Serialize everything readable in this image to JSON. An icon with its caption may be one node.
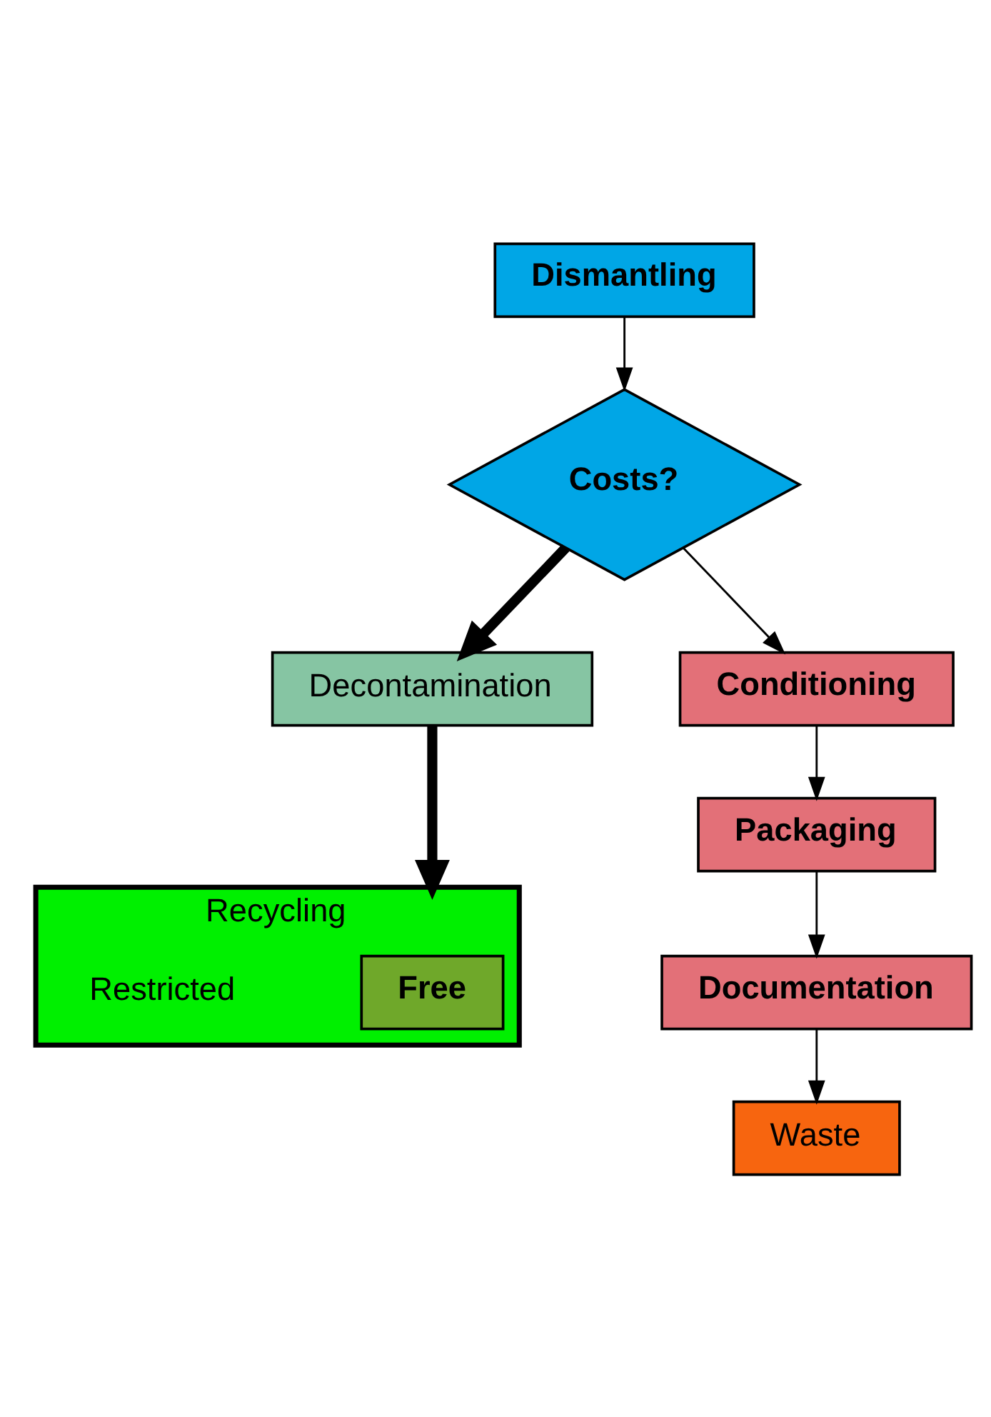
{
  "diagram": {
    "nodes": [
      {
        "text": [
          "Dismantling"
        ]
      },
      {
        "text": [
          "Costs?"
        ]
      },
      {
        "text": [
          "Decontamination"
        ]
      },
      {
        "text": [
          "Conditioning"
        ]
      },
      {
        "text": [
          "Packaging"
        ]
      },
      {
        "text": [
          "Documentation"
        ]
      },
      {
        "text": [
          "Waste"
        ]
      },
      {
        "text": [
          "Recycling"
        ]
      },
      {
        "text": [
          "Free"
        ],
        "in": 7
      },
      {
        "text": [
          "Restricted"
        ],
        "in": 7
      }
    ],
    "edges": [
      {
        "from": 0,
        "to": 1,
        "arrow": "to"
      },
      {
        "from": 1,
        "to": 2,
        "arrow": "to",
        "style": "thick"
      },
      {
        "from": 1,
        "to": 3,
        "arrow": "to"
      },
      {
        "from": 3,
        "to": 4,
        "arrow": "to"
      },
      {
        "from": 4,
        "to": 5,
        "arrow": "to"
      },
      {
        "from": 5,
        "to": 6,
        "arrow": "to"
      },
      {
        "from": 2,
        "to": 7,
        "arrow": "to",
        "style": "thick"
      }
    ]
  }
}
